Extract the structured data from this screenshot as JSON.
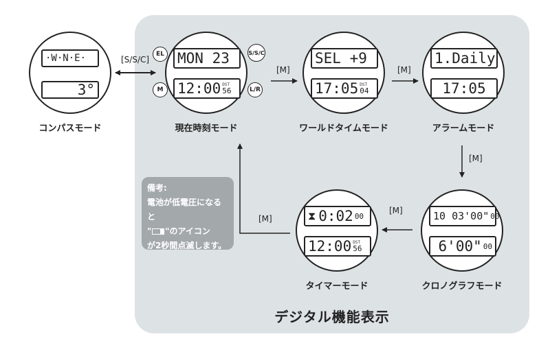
{
  "title": "デジタル機能表示",
  "note": {
    "heading": "備考:",
    "line1": "電池が低電圧になると",
    "line2_pre": "\"",
    "line2_post": "\"のアイコン",
    "line3": "が2秒間点滅します。"
  },
  "modes": {
    "compass": {
      "label": "コンパスモード",
      "top": "·W·N·E·",
      "bottom": "3°"
    },
    "current": {
      "label": "現在時刻モード",
      "top": "MON 23",
      "bottom": "12:00",
      "bottom_sec": "56",
      "indicator": "DST"
    },
    "world": {
      "label": "ワールドタイムモード",
      "top": "SEL +9",
      "bottom": "17:05",
      "bottom_sec": "04",
      "indicator": "DST"
    },
    "alarm": {
      "label": "アラームモード",
      "top": "1.Daily",
      "bottom": "17:05"
    },
    "chrono": {
      "label": "クロノグラフモード",
      "top": "10 03'00\"",
      "top_sub": "00",
      "bottom": "6'00\"",
      "bottom_sub": "00"
    },
    "timer": {
      "label": "タイマーモード",
      "top": "0:02",
      "top_sub": "00",
      "bottom": "12:00",
      "bottom_sec": "56",
      "indicator": "DST"
    }
  },
  "buttons": {
    "el": "EL",
    "ssc": "S/S/C",
    "m": "M",
    "lr": "L/R"
  },
  "arrows": {
    "ssc": "[S/S/C]",
    "m1": "[M]",
    "m2": "[M]",
    "m3": "[M]",
    "m4": "[M]",
    "m5": "[M]"
  },
  "colors": {
    "panel": "#dde2e5",
    "note_bg": "#a3a8ab"
  }
}
